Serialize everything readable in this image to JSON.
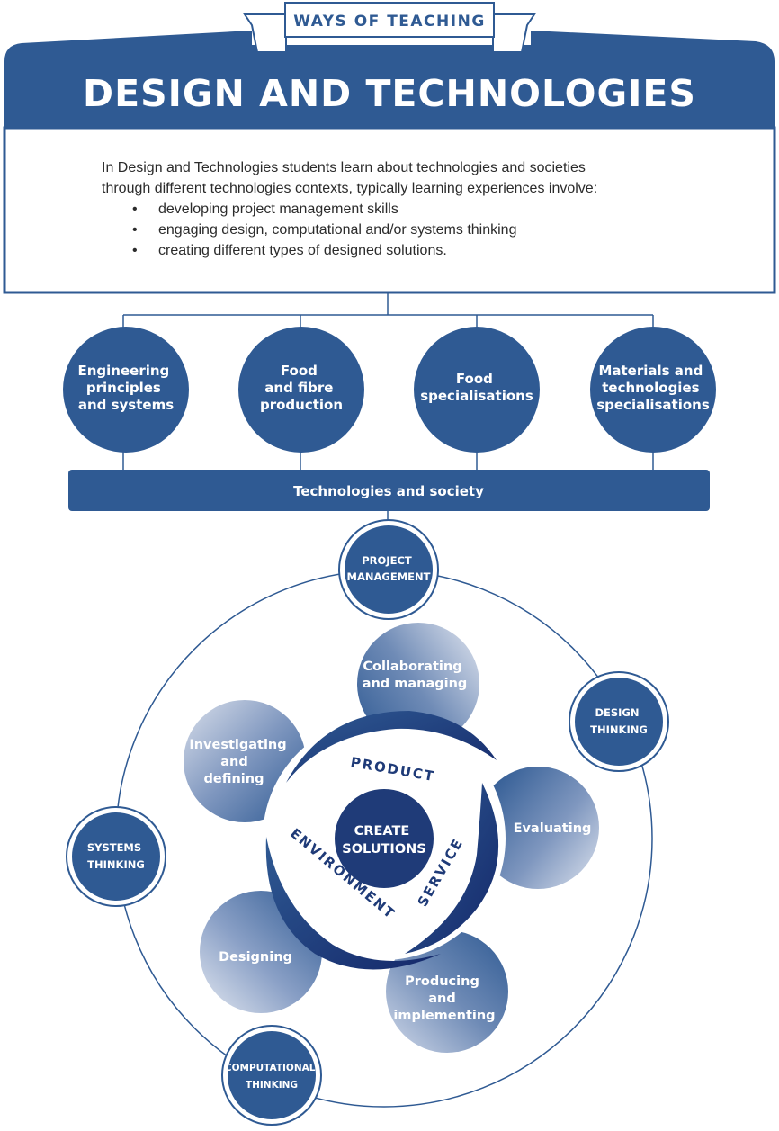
{
  "banner": {
    "ribbon_label": "WAYS OF TEACHING",
    "title": "DESIGN AND TECHNOLOGIES"
  },
  "intro": {
    "paragraph_line1": "In Design and Technologies students learn about technologies and societies",
    "paragraph_line2": "through different technologies contexts, typically learning experiences involve:",
    "bullets": [
      "developing project management skills",
      "engaging design, computational and/or systems thinking",
      "creating different types of designed solutions."
    ]
  },
  "contexts": [
    {
      "lines": [
        "Engineering",
        "principles",
        "and systems"
      ]
    },
    {
      "lines": [
        "Food",
        "and fibre",
        "production"
      ]
    },
    {
      "lines": [
        "Food",
        "specialisations"
      ]
    },
    {
      "lines": [
        "Materials and",
        "technologies",
        "specialisations"
      ]
    }
  ],
  "society_bar": {
    "label": "Technologies and society"
  },
  "thinking": {
    "project_management": [
      "PROJECT",
      "MANAGEMENT"
    ],
    "design_thinking": [
      "DESIGN",
      "THINKING"
    ],
    "systems_thinking": [
      "SYSTEMS",
      "THINKING"
    ],
    "computational_thinking": [
      "COMPUTATIONAL",
      "THINKING"
    ]
  },
  "processes": {
    "collaborating": [
      "Collaborating",
      "and managing"
    ],
    "investigating": [
      "Investigating",
      "and",
      "defining"
    ],
    "evaluating": [
      "Evaluating"
    ],
    "designing": [
      "Designing"
    ],
    "producing": [
      "Producing",
      "and",
      "implementing"
    ]
  },
  "core": {
    "center": [
      "CREATE",
      "SOLUTIONS"
    ],
    "ring_product": "PRODUCT",
    "ring_service": "SERVICE",
    "ring_environment": "ENVIRONMENT"
  },
  "colors": {
    "primary": "#2f5a93",
    "dark_navy": "#1a2f6e",
    "line": "#2f5a93",
    "text_body": "#2b2b2b"
  }
}
